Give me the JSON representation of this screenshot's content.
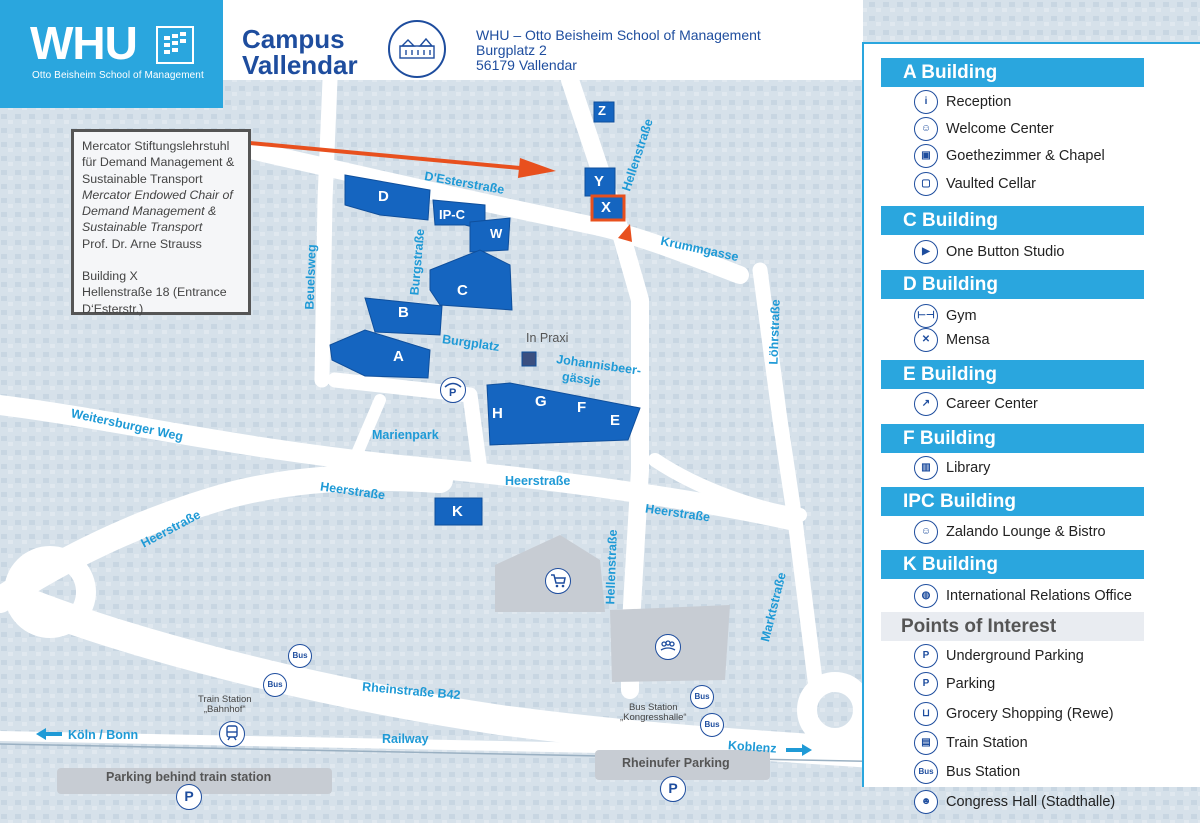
{
  "header": {
    "logo": "WHU",
    "logo_subtitle": "Otto Beisheim School of Management",
    "campus_title_line1": "Campus",
    "campus_title_line2": "Vallendar",
    "address_line1": "WHU – Otto Beisheim School of Management",
    "address_line2": "Burgplatz 2",
    "address_line3": "56179 Vallendar"
  },
  "infobox": {
    "line1": "Mercator Stiftungslehrstuhl",
    "line2": "für Demand Management &",
    "line3": "Sustainable Transport",
    "line4": "Mercator Endowed Chair of",
    "line5": "Demand Management &",
    "line6": "Sustainable Transport",
    "line7": "Prof. Dr. Arne Strauss",
    "line8": "Building X",
    "line9": "Hellenstraße 18 (Entrance",
    "line10": "D‘Esterstr.)"
  },
  "map": {
    "streets": {
      "desterstrasse": "D'Esterstraße",
      "beuelsweg": "Beuelsweg",
      "burgstrasse": "Burgstraße",
      "hellenstrasse_top": "Hellenstraße",
      "krummgasse": "Krummgasse",
      "lohrstrasse": "Löhrstraße",
      "weitersburger_weg": "Weitersburger Weg",
      "burgplatz": "Burgplatz",
      "johannisbeergasse1": "Johannisbeer-",
      "johannisbeergasse2": "gässje",
      "marienpark": "Marienpark",
      "heerstrasse_left": "Heerstraße",
      "heerstrasse_mid": "Heerstraße",
      "heerstrasse_right": "Heerstraße",
      "heerstrasse_far_left": "Heerstraße",
      "hellenstrasse_bottom": "Hellenstraße",
      "marktstrasse": "Marktstraße",
      "rheinstrasse": "Rheinstraße B42",
      "railway": "Railway",
      "koeln_bonn": "Köln / Bonn",
      "koblenz": "Koblenz"
    },
    "buildings": {
      "A": "A",
      "B": "B",
      "C": "C",
      "D": "D",
      "E": "E",
      "F": "F",
      "G": "G",
      "H": "H",
      "K": "K",
      "W": "W",
      "IPC": "IP-C",
      "X": "X",
      "Y": "Y",
      "Z": "Z"
    },
    "in_praxi": "In Praxi",
    "train_station_line1": "Train Station",
    "train_station_line2": "„Bahnhof“",
    "bus_station_line1": "Bus Station",
    "bus_station_line2": "„Kongresshalle“",
    "bus_label": "Bus",
    "parking_behind": "Parking behind train station",
    "rheinufer": "Rheinufer Parking",
    "parking_symbol": "P"
  },
  "legend": {
    "sections": [
      {
        "title": "A  Building",
        "items": [
          {
            "icon": "info-icon",
            "label": "Reception"
          },
          {
            "icon": "welcome-icon",
            "label": "Welcome Center"
          },
          {
            "icon": "chapel-icon",
            "label": "Goethezimmer & Chapel"
          },
          {
            "icon": "cellar-icon",
            "label": "Vaulted Cellar"
          }
        ]
      },
      {
        "title": "C  Building",
        "items": [
          {
            "icon": "studio-icon",
            "label": "One Button Studio"
          }
        ]
      },
      {
        "title": "D  Building",
        "items": [
          {
            "icon": "gym-icon",
            "label": "Gym"
          },
          {
            "icon": "mensa-icon",
            "label": "Mensa"
          }
        ]
      },
      {
        "title": "E  Building",
        "items": [
          {
            "icon": "career-icon",
            "label": "Career Center"
          }
        ]
      },
      {
        "title": "F  Building",
        "items": [
          {
            "icon": "library-icon",
            "label": "Library"
          }
        ]
      },
      {
        "title": "IPC  Building",
        "items": [
          {
            "icon": "lounge-icon",
            "label": "Zalando Lounge & Bistro"
          }
        ]
      },
      {
        "title": "K  Building",
        "items": [
          {
            "icon": "globe-icon",
            "label": "International Relations Office"
          }
        ]
      },
      {
        "title": "Points of Interest",
        "items": [
          {
            "icon": "underground-parking-icon",
            "label": "Underground Parking"
          },
          {
            "icon": "parking-icon",
            "label": "Parking"
          },
          {
            "icon": "grocery-icon",
            "label": "Grocery Shopping (Rewe)"
          },
          {
            "icon": "train-icon",
            "label": "Train Station"
          },
          {
            "icon": "bus-icon",
            "label": "Bus Station"
          },
          {
            "icon": "congress-icon",
            "label": "Congress Hall (Stadthalle)"
          }
        ]
      }
    ]
  },
  "colors": {
    "brand_blue": "#2aa6de",
    "navy": "#1e4d9e",
    "building_blue": "#1565c0",
    "highlight_orange": "#e8501e"
  }
}
